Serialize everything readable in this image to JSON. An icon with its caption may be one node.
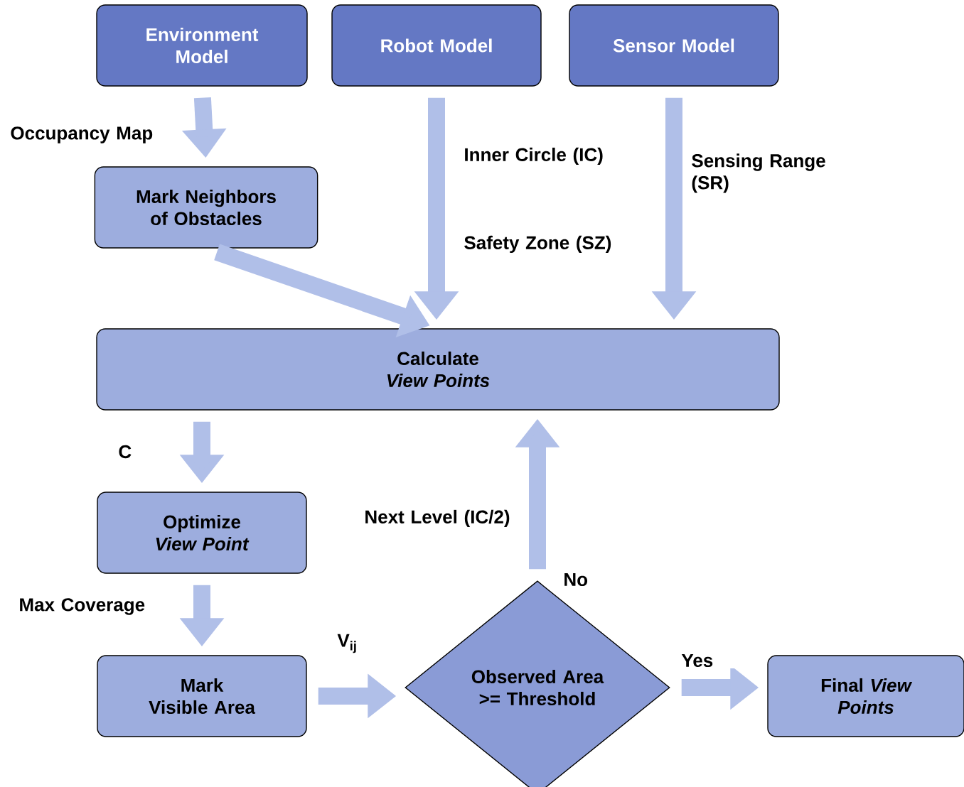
{
  "diagram": {
    "nodes": [
      {
        "text": [
          "Environment Model"
        ]
      },
      {
        "text": [
          "Robot Model"
        ]
      },
      {
        "text": [
          "Sensor Model"
        ]
      },
      {
        "text": [
          "Mark Neighbors of Obstacles"
        ]
      },
      {
        "text": [
          "Calculate *View Points*"
        ]
      },
      {
        "text": [
          "Optimize *View Point*"
        ]
      },
      {
        "text": [
          "Mark Visible Area"
        ]
      },
      {
        "text": [
          "Observed Area >= Threshold"
        ]
      },
      {
        "text": [
          "Final *View Points*"
        ]
      }
    ],
    "edges": [
      {
        "from": 0,
        "to": 3,
        "arrow": "to",
        "label": "Occupancy Map"
      },
      {
        "from": 3,
        "to": 4,
        "arrow": "to"
      },
      {
        "from": 1,
        "to": 4,
        "arrow": "to",
        "label": "Inner Circle (IC)"
      },
      {
        "from": 2,
        "to": 4,
        "arrow": "to",
        "label": "Sensing Range (SR)"
      },
      {
        "from": 4,
        "to": 5,
        "arrow": "to",
        "label": "C"
      },
      {
        "from": 5,
        "to": 6,
        "arrow": "to",
        "label": "Max Coverage"
      },
      {
        "from": 6,
        "to": 7,
        "arrow": "to",
        "label": "V$_{ij}$"
      },
      {
        "from": 7,
        "to": 4,
        "arrow": "to",
        "label": "No"
      },
      {
        "from": 7,
        "to": 8,
        "arrow": "to",
        "label": "Yes"
      }
    ],
    "labels": [
      "Safety Zone (SZ)",
      "Next Level (IC/2)"
    ]
  }
}
